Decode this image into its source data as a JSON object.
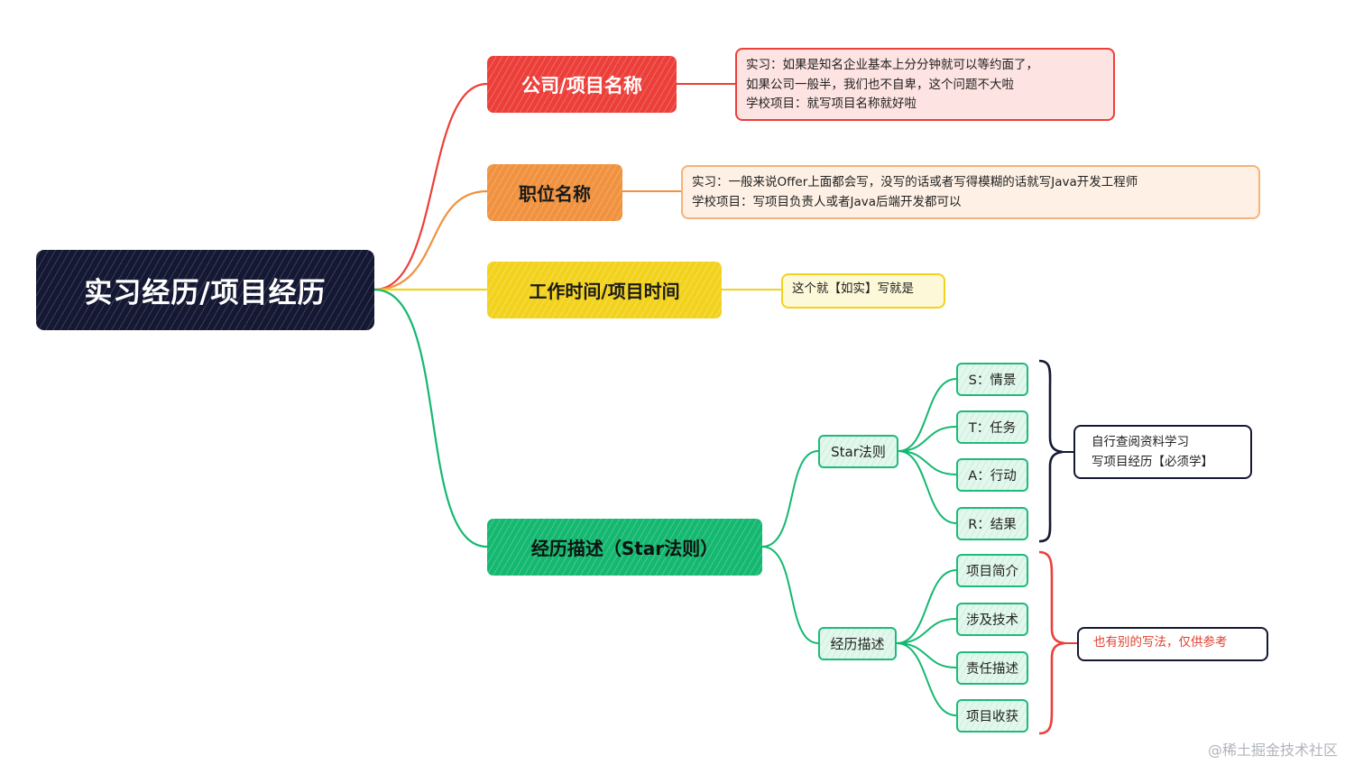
{
  "root": {
    "label": "实习经历/项目经历"
  },
  "branches": {
    "company": {
      "label": "公司/项目名称",
      "note": [
        "实习：如果是知名企业基本上分分钟就可以等约面了，",
        "如果公司一般半，我们也不自卑，这个问题不大啦",
        "学校项目：就写项目名称就好啦"
      ]
    },
    "position": {
      "label": "职位名称",
      "note": [
        "实习：一般来说Offer上面都会写，没写的话或者写得模糊的话就写Java开发工程师",
        "学校项目：写项目负责人或者Java后端开发都可以"
      ]
    },
    "time": {
      "label": "工作时间/项目时间",
      "note": [
        "这个就【如实】写就是"
      ]
    },
    "description": {
      "label": "经历描述（Star法则）",
      "star": {
        "label": "Star法则",
        "items": [
          "S：情景",
          "T：任务",
          "A：行动",
          "R：结果"
        ],
        "note": [
          "自行查阅资料学习",
          "写项目经历【必须学】"
        ]
      },
      "exp": {
        "label": "经历描述",
        "items": [
          "项目简介",
          "涉及技术",
          "责任描述",
          "项目收获"
        ],
        "note": [
          "也有别的写法，仅供参考"
        ]
      }
    }
  },
  "colors": {
    "root": "#141833",
    "company": "#ec3f3a",
    "position": "#f0923f",
    "time": "#f2d21c",
    "description": "#14b870",
    "brace_star": "#141833",
    "brace_exp": "#ec3f3a"
  },
  "watermark": "@稀土掘金技术社区"
}
